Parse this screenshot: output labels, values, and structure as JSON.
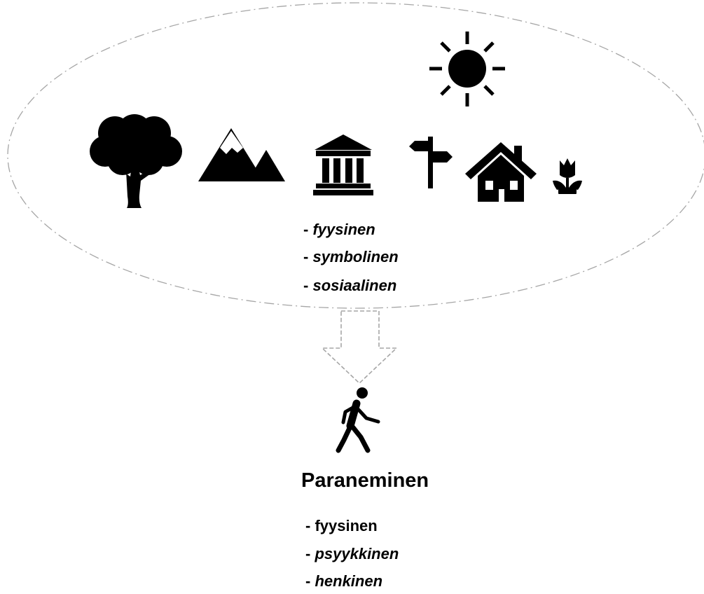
{
  "environment": {
    "icons": [
      "sun-icon",
      "tree-icon",
      "mountain-icon",
      "museum-icon",
      "signpost-icon",
      "house-icon",
      "tulip-icon"
    ],
    "dash": "- ",
    "aspects": [
      "fyysinen",
      "symbolinen",
      "sosiaalinen"
    ]
  },
  "person_icon": "walking-person-icon",
  "healing": {
    "title": "Paraneminen",
    "dash": "- ",
    "aspects": [
      "fyysinen",
      "psyykkinen",
      "henkinen"
    ]
  },
  "colors": {
    "icons": "#000000",
    "dashed_lines": "#a6a6a6"
  }
}
